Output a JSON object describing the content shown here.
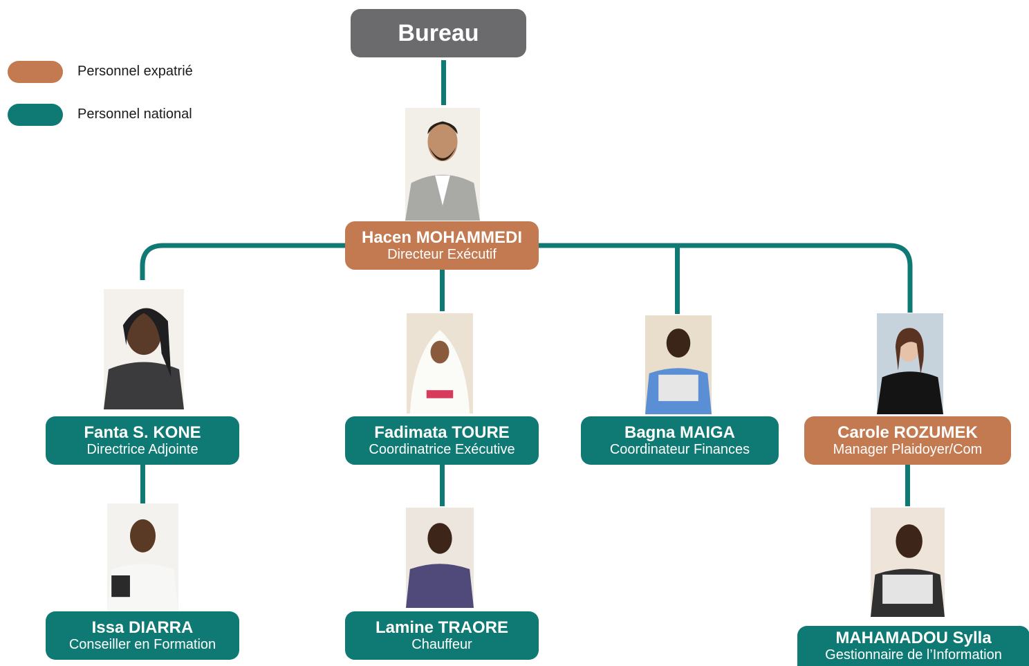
{
  "title": "Bureau",
  "legend": [
    {
      "label": "Personnel expatrié",
      "color": "#c47a50"
    },
    {
      "label": "Personnel national",
      "color": "#0f7a74"
    }
  ],
  "colors": {
    "national": "#0f7a74",
    "expat": "#c47a50",
    "root": "#6b6b6e"
  },
  "director": {
    "name": "Hacen MOHAMMEDI",
    "role": "Directeur Exécutif",
    "type": "expat"
  },
  "level2": [
    {
      "name": "Fanta S. KONE",
      "role": "Directrice Adjointe",
      "type": "national"
    },
    {
      "name": "Fadimata TOURE",
      "role": "Coordinatrice Exécutive",
      "type": "national"
    },
    {
      "name": "Bagna MAIGA",
      "role": "Coordinateur Finances",
      "type": "national"
    },
    {
      "name": "Carole ROZUMEK",
      "role": "Manager Plaidoyer/Com",
      "type": "expat"
    }
  ],
  "level3": [
    {
      "name": "Issa DIARRA",
      "role": "Conseiller en Formation",
      "type": "national"
    },
    {
      "name": "Lamine TRAORE",
      "role": "Chauffeur",
      "type": "national"
    },
    {
      "name": "MAHAMADOU Sylla",
      "role": "Gestionnaire de l’Information",
      "type": "national"
    }
  ]
}
